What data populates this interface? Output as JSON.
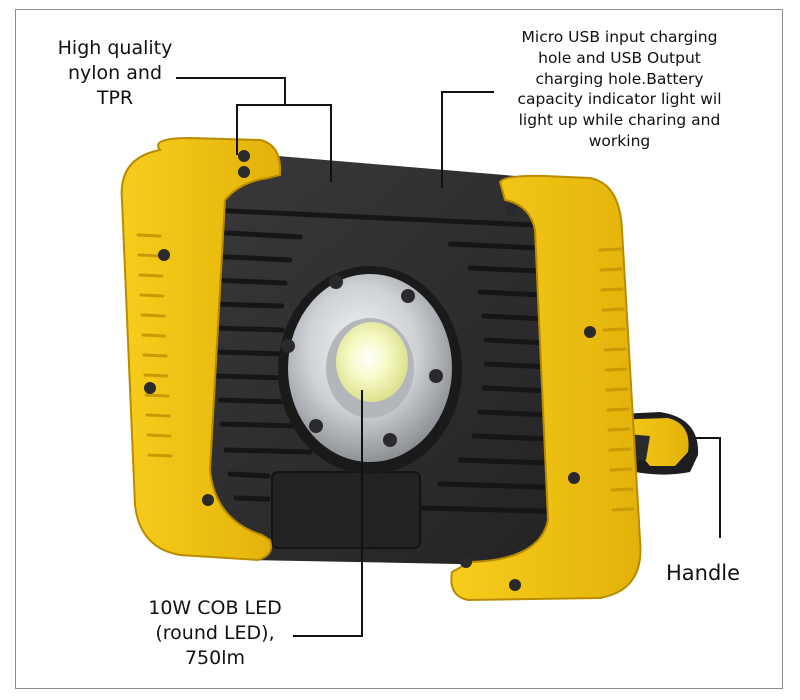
{
  "callouts": {
    "material": [
      "High quality",
      "nylon and",
      "TPR"
    ],
    "ports": [
      "Micro USB input charging",
      "hole and USB Output",
      "charging hole.Battery",
      "capacity indicator light wil",
      "light up while charing and",
      "working"
    ],
    "handle": "Handle",
    "led": [
      "10W COB LED",
      "(round LED),",
      "750lm"
    ]
  },
  "colors": {
    "frame_yellow": "#f2c20f",
    "frame_shadow": "#c99a05",
    "body_black": "#2b2b2d",
    "fin_dark": "#1c1c1e",
    "reflector": "#c9ccd0",
    "led_glow": "#f3f7b8",
    "line": "#111111"
  }
}
